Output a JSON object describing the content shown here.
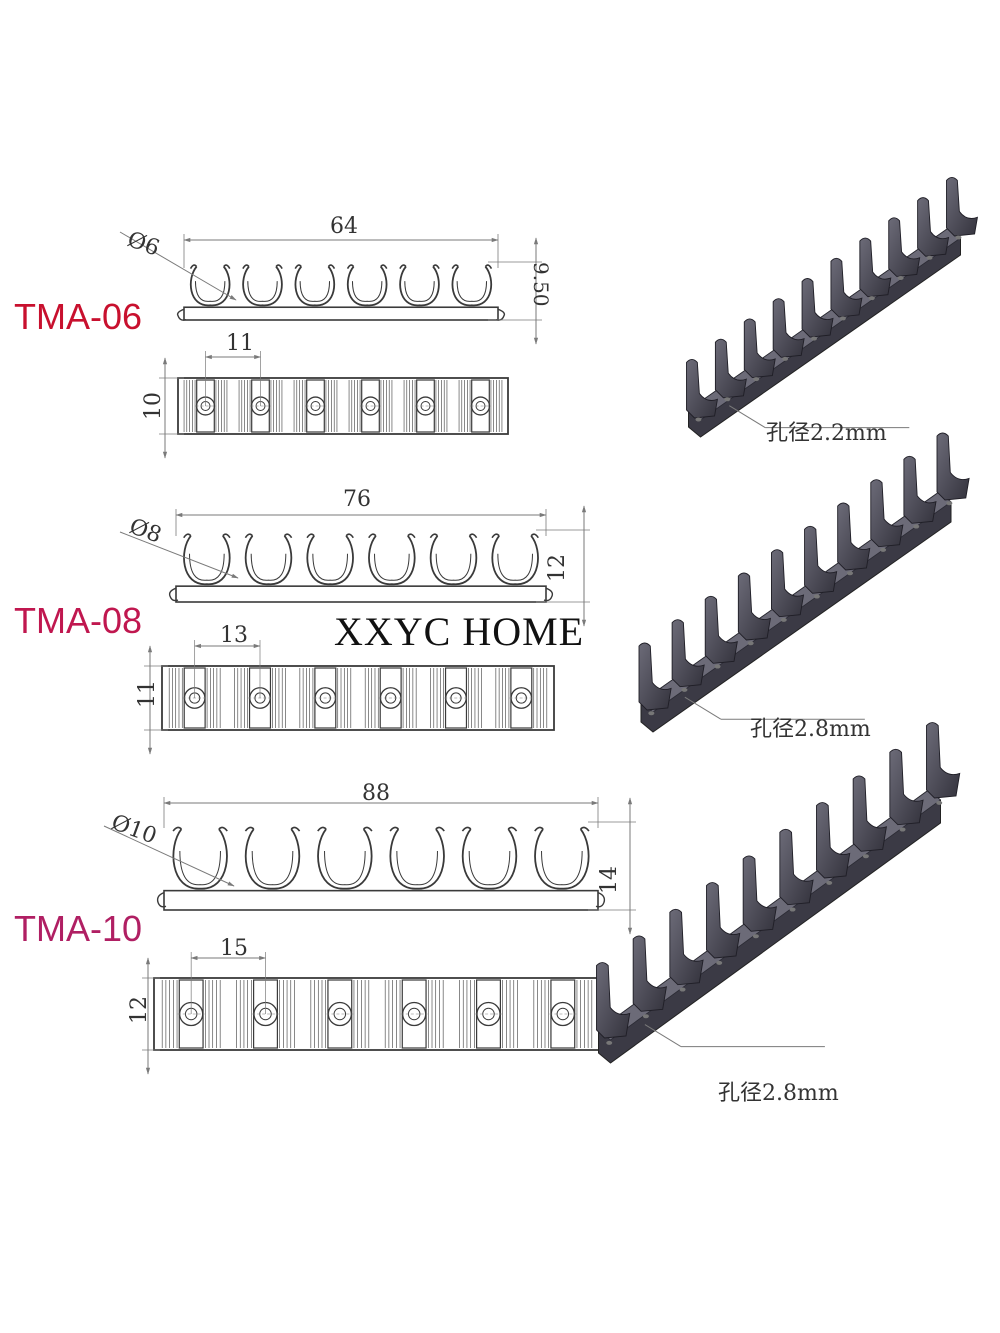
{
  "colors": {
    "background": "#ffffff",
    "drawing_line": "#3a3a3a",
    "dimension_line": "#7a7a7a",
    "label_tma06": "#c8102e",
    "label_tma08": "#c0174f",
    "label_tma10": "#b01f63",
    "render_dark": "#3b3a45",
    "render_light": "#6c6b78"
  },
  "watermark": "XXYC  HOME",
  "models": [
    {
      "label": "TMA-06",
      "diameter": "Ø6",
      "length": "64",
      "height": "9.50",
      "pitch": "11",
      "width": "10",
      "hole_note": "孔径2.2mm",
      "clip_count": 6
    },
    {
      "label": "TMA-08",
      "diameter": "Ø8",
      "length": "76",
      "height": "12",
      "pitch": "13",
      "width": "11",
      "hole_note": "孔径2.8mm",
      "clip_count": 6
    },
    {
      "label": "TMA-10",
      "diameter": "Ø10",
      "length": "88",
      "height": "14",
      "pitch": "15",
      "width": "12",
      "hole_note": "孔径2.8mm",
      "clip_count": 6
    }
  ]
}
